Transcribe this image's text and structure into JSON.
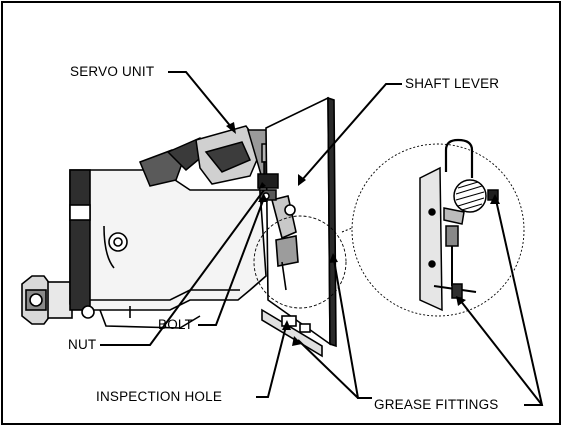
{
  "labels": {
    "servo_unit": "SERVO UNIT",
    "shaft_lever": "SHAFT LEVER",
    "nut": "NUT",
    "bolt": "BOLT",
    "inspection_hole": "INSPECTION HOLE",
    "grease_fittings": "GREASE FITTINGS"
  },
  "colors": {
    "ink": "#000000",
    "paper": "#ffffff",
    "shade": "#3a3a3a"
  }
}
